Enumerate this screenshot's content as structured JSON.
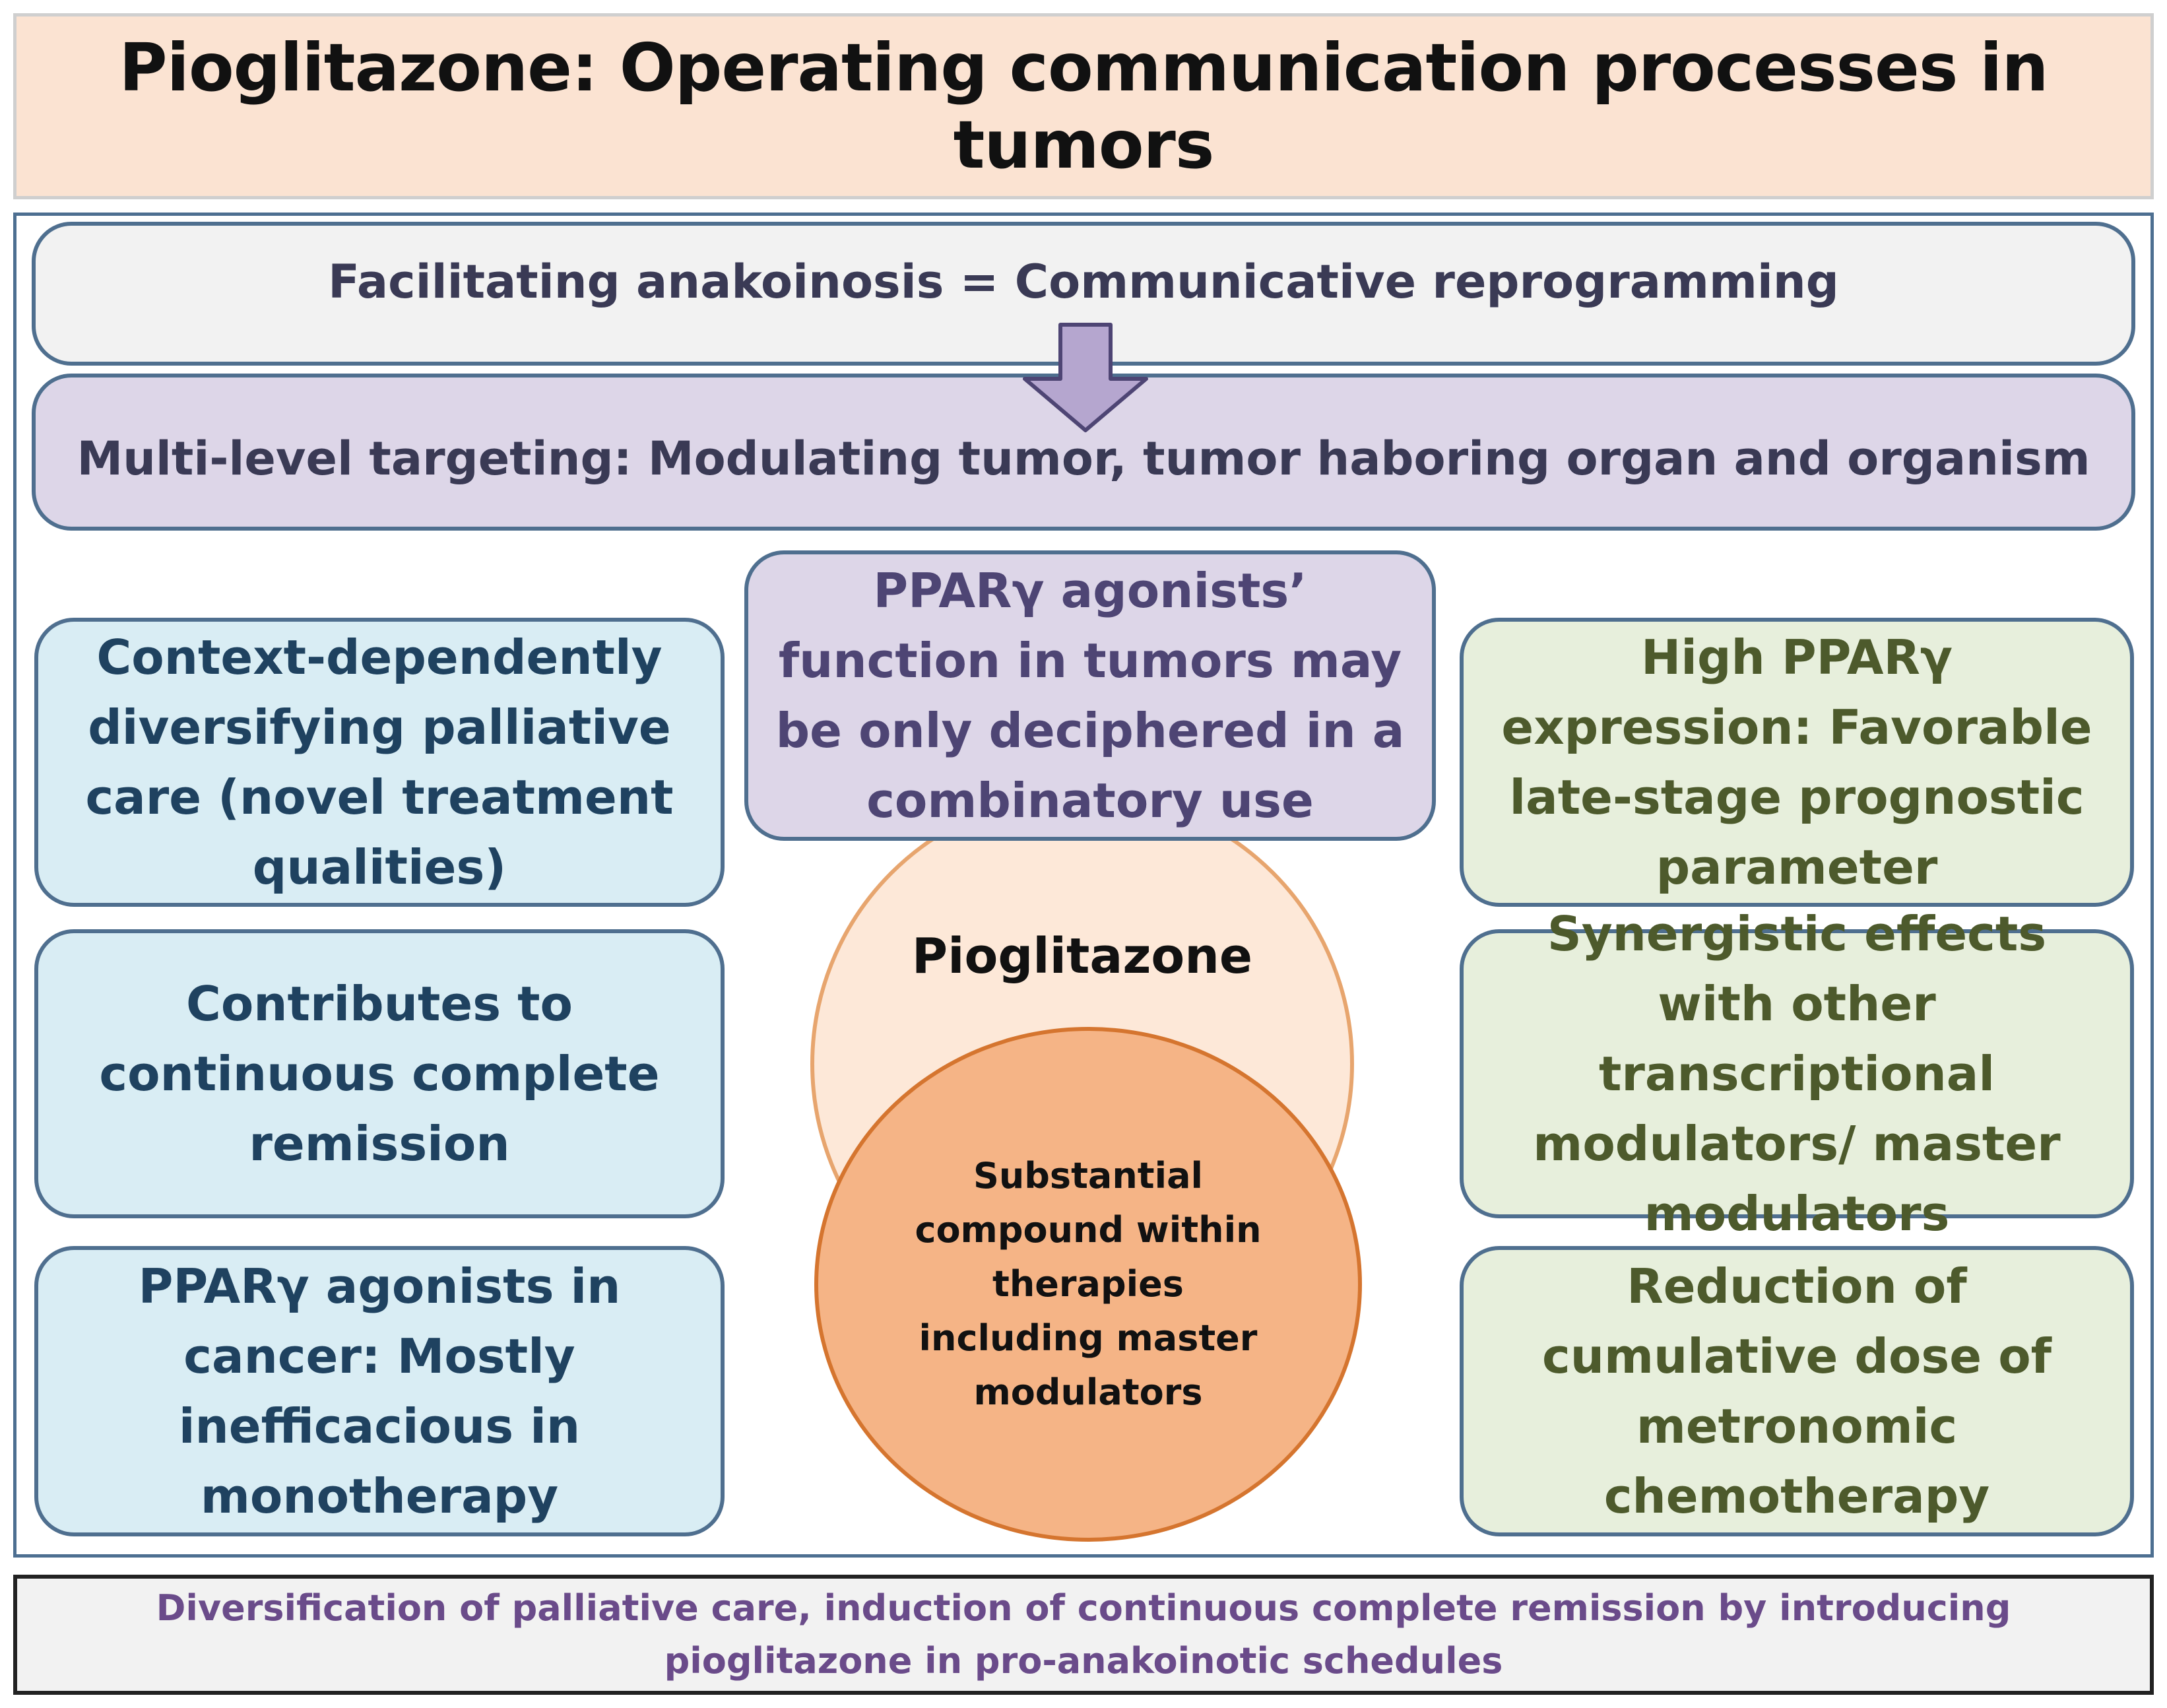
{
  "title": "Pioglitazone: Operating communication processes in tumors",
  "top_band": "Facilitating anakoinosis = Communicative reprogramming",
  "mid_band": "Multi-level targeting: Modulating tumor, tumor haboring organ and organism",
  "center_box": "PPARγ agonists’ function in tumors may be only deciphered in a combinatory use",
  "circle_main": "Pioglitazone",
  "circle_sub": "Substantial compound within therapies including master modulators",
  "left_boxes": [
    "Context-dependently diversifying palliative care (novel treatment qualities)",
    "Contributes to continuous complete remission",
    "PPARγ agonists in cancer: Mostly inefficacious in monotherapy"
  ],
  "right_boxes": [
    "High PPARγ expression: Favorable late-stage prognostic parameter",
    "Synergistic effects with other transcriptional modulators/ master modulators",
    "Reduction of cumulative dose of metronomic chemotherapy"
  ],
  "footer": "Diversification of palliative care, induction of continuous complete remission by introducing pioglitazone in pro-anakoinotic schedules",
  "colors": {
    "title_bg": "#fbe3d2",
    "frame_border": "#4d6f91",
    "blue_box": "#d9edf4",
    "green_box": "#e7efdc",
    "lavender_box": "#ddd6e8",
    "circle_light": "#fde8d8",
    "circle_dark": "#f5b486",
    "arrow_fill": "#b5a6cf"
  }
}
